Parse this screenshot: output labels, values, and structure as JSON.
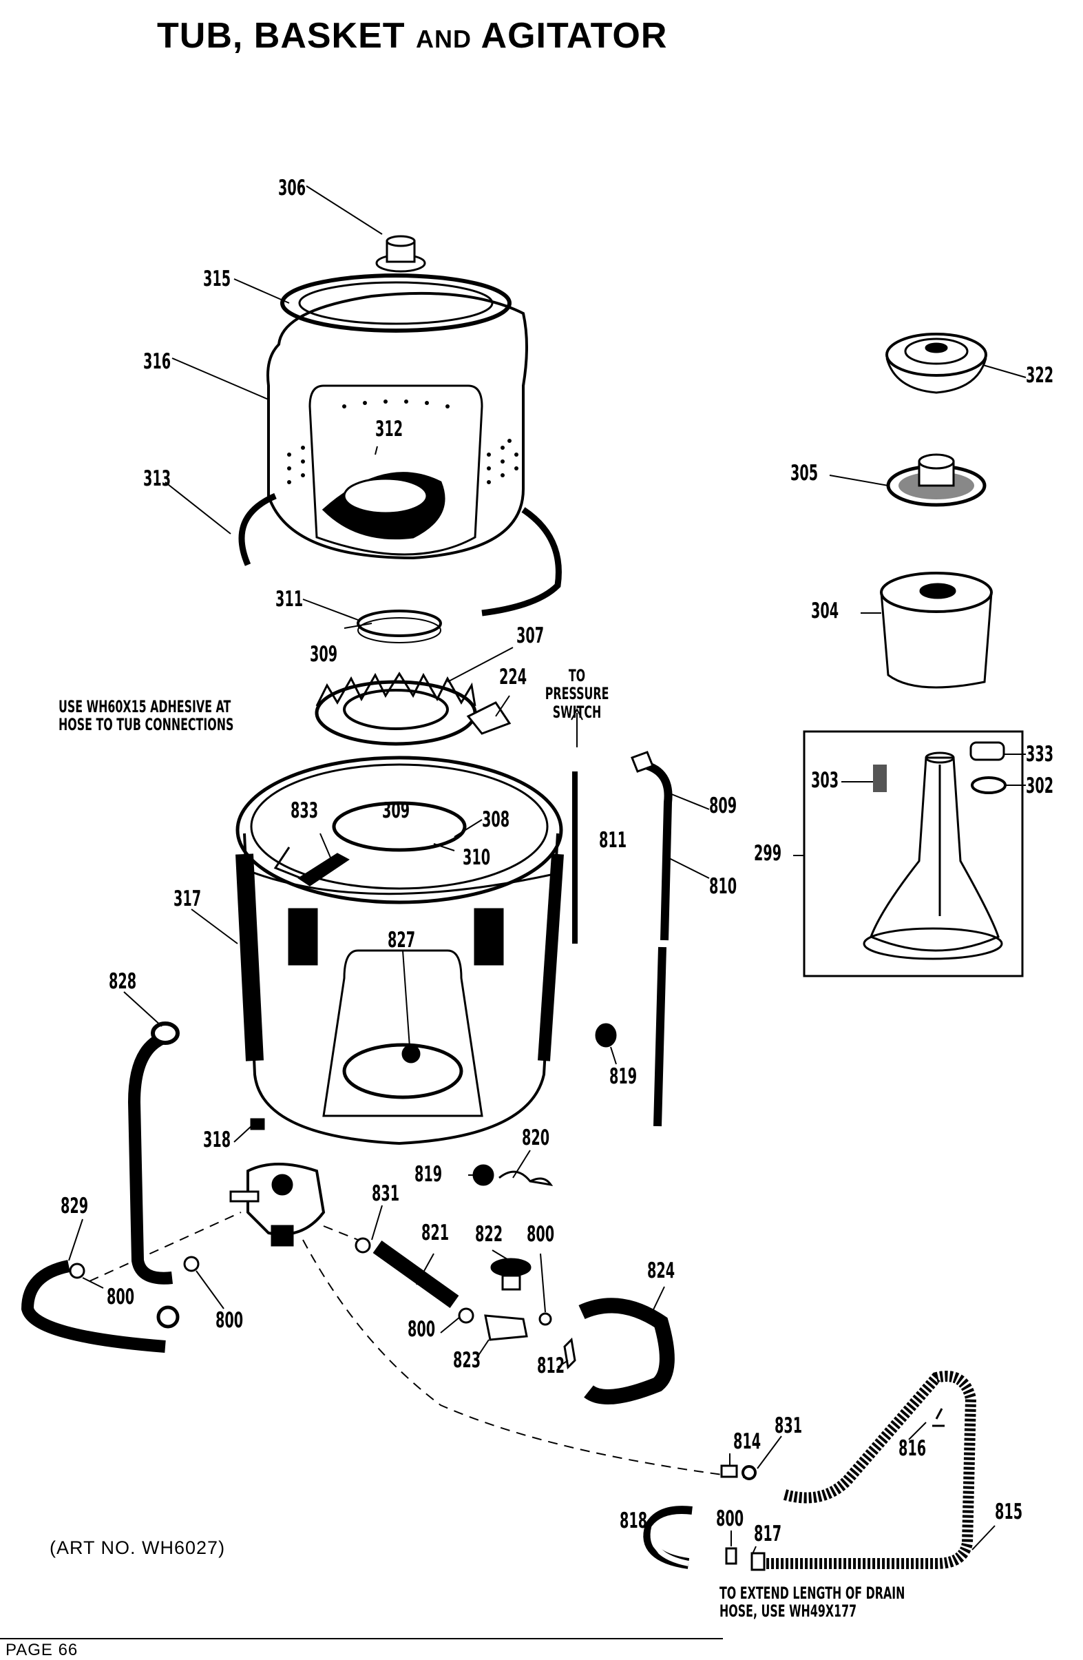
{
  "title": {
    "main_a": "TUB, BASKET ",
    "small": "AND",
    "main_b": " AGITATOR"
  },
  "parts": {
    "p306": "306",
    "p315": "315",
    "p316": "316",
    "p313": "313",
    "p312": "312",
    "p311": "311",
    "p309a": "309",
    "p307": "307",
    "p224": "224",
    "p322": "322",
    "p305": "305",
    "p304": "304",
    "p333": "333",
    "p303": "303",
    "p302": "302",
    "p299": "299",
    "p833": "833",
    "p309b": "309",
    "p308": "308",
    "p310": "310",
    "p811": "811",
    "p809": "809",
    "p810": "810",
    "p317": "317",
    "p827": "827",
    "p828": "828",
    "p819a": "819",
    "p318": "318",
    "p820": "820",
    "p819b": "819",
    "p829": "829",
    "p831a": "831",
    "p821": "821",
    "p822": "822",
    "p800a": "800",
    "p824": "824",
    "p800b": "800",
    "p800c": "800",
    "p800d": "800",
    "p823": "823",
    "p812": "812",
    "p831b": "831",
    "p814": "814",
    "p816": "816",
    "p815": "815",
    "p818": "818",
    "p800e": "800",
    "p817": "817"
  },
  "notes": {
    "adhesive": [
      "USE WH60X15 ADHESIVE AT",
      "HOSE TO TUB CONNECTIONS"
    ],
    "pressure": [
      "TO",
      "PRESSURE",
      "SWITCH"
    ],
    "drain": [
      "TO EXTEND LENGTH OF DRAIN",
      "HOSE, USE WH49X177"
    ]
  },
  "art_no": "(ART NO. WH6027)",
  "page_number": "PAGE 66"
}
